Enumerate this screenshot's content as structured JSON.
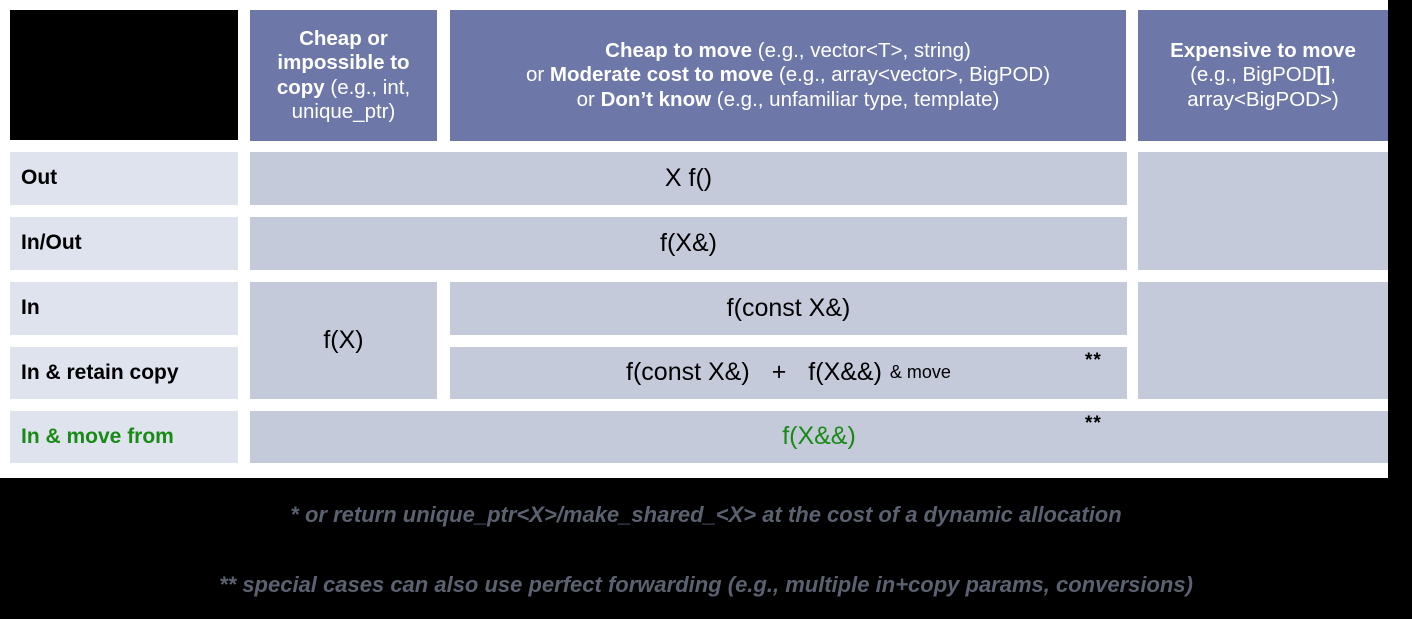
{
  "table": {
    "corner": {
      "label": ""
    },
    "columns": [
      {
        "id": "cheap-or-impossible-to-copy",
        "lines": [
          {
            "bold": "Cheap or",
            "rest": ""
          },
          {
            "bold": "impossible to",
            "rest": ""
          },
          {
            "bold": "copy",
            "rest": " (e.g., int,"
          },
          {
            "bold": "",
            "rest": "unique_ptr)"
          }
        ],
        "text": "Cheap or impossible to copy (e.g., int, unique_ptr)"
      },
      {
        "id": "cheap-to-move",
        "lines": [
          {
            "bold": "Cheap to move",
            "rest": " (e.g., vector<T>, string)"
          },
          {
            "pre": "or ",
            "bold": "Moderate cost to move",
            "rest": " (e.g., array<vector>, BigPOD)"
          },
          {
            "pre": "or ",
            "bold": "Don’t know",
            "rest": " (e.g., unfamiliar type, template)"
          }
        ],
        "text": "Cheap to move (e.g., vector<T>, string) or Moderate cost to move (e.g., array<vector>, BigPOD) or Don’t know (e.g., unfamiliar type, template)"
      },
      {
        "id": "expensive-to-move",
        "lines": [
          {
            "bold": "Expensive to move",
            "rest": ""
          },
          {
            "bold": "",
            "rest": "(e.g., BigPOD[],"
          },
          {
            "bold": "",
            "rest": "array<BigPOD>)"
          }
        ],
        "text": "Expensive to move (e.g., BigPOD[], array<BigPOD>)"
      }
    ],
    "rows": [
      {
        "id": "out",
        "label": "Out"
      },
      {
        "id": "in-out",
        "label": "In/Out"
      },
      {
        "id": "in",
        "label": "In"
      },
      {
        "id": "in-retain-copy",
        "label": "In & retain copy"
      },
      {
        "id": "in-move-from",
        "label": "In & move from"
      }
    ],
    "cells": {
      "out_main": "X f()",
      "in_out_main": "f(X&)",
      "in_col1": "f(X)",
      "in_main": "f(const X&)",
      "retain_a": "f(const X&)",
      "retain_plus": "+",
      "retain_b": "f(X&&)",
      "retain_b_note": "& move",
      "move_from_main": "f(X&&)",
      "expensive_blank": ""
    },
    "markers": {
      "retain_stars": "**",
      "move_stars": "**"
    }
  },
  "footnotes": [
    "* or return unique_ptr<X>/make_shared_<X> at the cost of a dynamic allocation",
    "** special cases can also use perfect forwarding (e.g., multiple in+copy params, conversions)"
  ],
  "colors": {
    "header_bg": "#6d78a8",
    "cell_bg": "#c5cadb",
    "rowlabel_bg": "#dfe3ed",
    "green": "#1a8a17",
    "page_bg": "#000000",
    "footnote_text": "#5c6170"
  }
}
